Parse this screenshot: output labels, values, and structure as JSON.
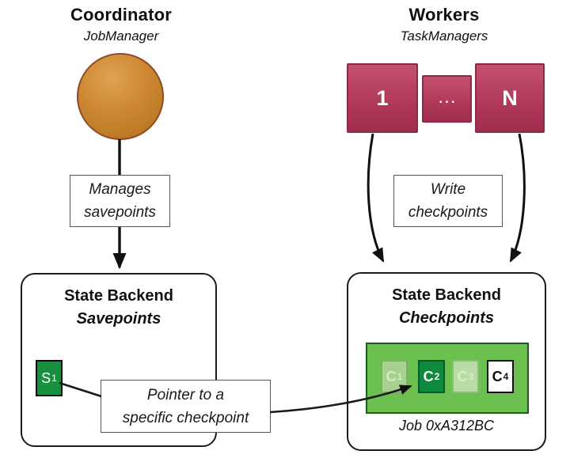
{
  "diagram": {
    "coordinator": {
      "title": "Coordinator",
      "subtitle": "JobManager"
    },
    "workers": {
      "title": "Workers",
      "subtitle": "TaskManagers",
      "node_first": "1",
      "node_ellipsis": "...",
      "node_last": "N"
    },
    "notes": {
      "manages_line1": "Manages",
      "manages_line2": "savepoints",
      "write_line1": "Write",
      "write_line2": "checkpoints",
      "pointer_line1": "Pointer to a",
      "pointer_line2": "specific checkpoint"
    },
    "savepoints_panel": {
      "title": "State Backend",
      "subtitle": "Savepoints",
      "chip_label": "S",
      "chip_sub": "1"
    },
    "checkpoints_panel": {
      "title": "State Backend",
      "subtitle": "Checkpoints",
      "job_label": "Job 0xA312BC",
      "chips": [
        {
          "label": "C",
          "sub": "1"
        },
        {
          "label": "C",
          "sub": "2"
        },
        {
          "label": "C",
          "sub": "3"
        },
        {
          "label": "C",
          "sub": "4"
        }
      ]
    },
    "colors": {
      "coordinator_fill": "#c9802e",
      "coordinator_border": "#8e4b28",
      "worker_fill": "#b03a58",
      "worker_border": "#8c2b47",
      "container_green": "#6cc04f",
      "chip_green_dark": "#0d8a3d",
      "chip_green_light": "#a7d18f",
      "chip_green_lighter": "#b9dca4",
      "savepoint_green": "#17913f",
      "arrow_color": "#111111"
    }
  }
}
